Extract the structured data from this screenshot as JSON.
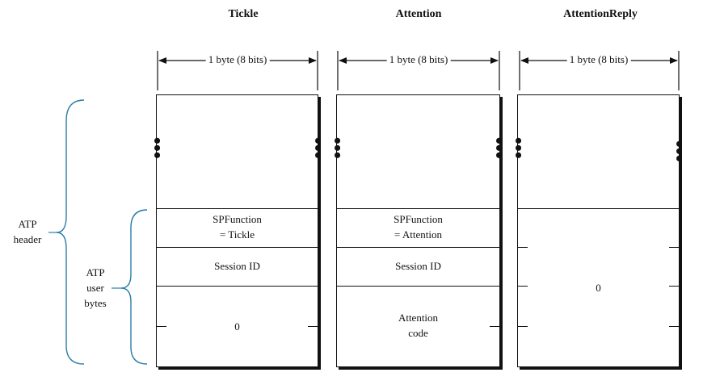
{
  "packets": [
    {
      "title": "Tickle",
      "width_label": "1 byte (8 bits)",
      "fields": [
        {
          "line1": "SPFunction",
          "line2": "= Tickle"
        },
        {
          "line1": "Session ID",
          "line2": ""
        },
        {
          "line1": "0",
          "line2": ""
        }
      ]
    },
    {
      "title": "Attention",
      "width_label": "1 byte (8 bits)",
      "fields": [
        {
          "line1": "SPFunction",
          "line2": "= Attention"
        },
        {
          "line1": "Session ID",
          "line2": ""
        },
        {
          "line1": "Attention",
          "line2": "code"
        }
      ]
    },
    {
      "title": "AttentionReply",
      "width_label": "1 byte (8 bits)",
      "fields": [
        {
          "line1": "0",
          "line2": ""
        }
      ]
    }
  ],
  "labels": {
    "atp_header": [
      "ATP",
      "header"
    ],
    "atp_user_bytes": [
      "ATP",
      "user",
      "bytes"
    ]
  }
}
